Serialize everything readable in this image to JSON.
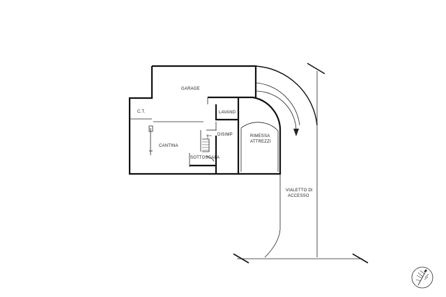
{
  "rooms": {
    "garage": "GARAGE",
    "ct": "C.T.",
    "lavand": "LAVAND",
    "disimp": "DISIMP",
    "cantina": "CANTINA",
    "sottoscala": "SOTTOSCALA",
    "rimessa_line1": "RIMESSA",
    "rimessa_line2": "ATTREZZI"
  },
  "path_label": {
    "line1": "VIALETTO DI",
    "line2": "ACCESSO"
  },
  "icons": {
    "north": "north-arrow-compass-icon"
  }
}
